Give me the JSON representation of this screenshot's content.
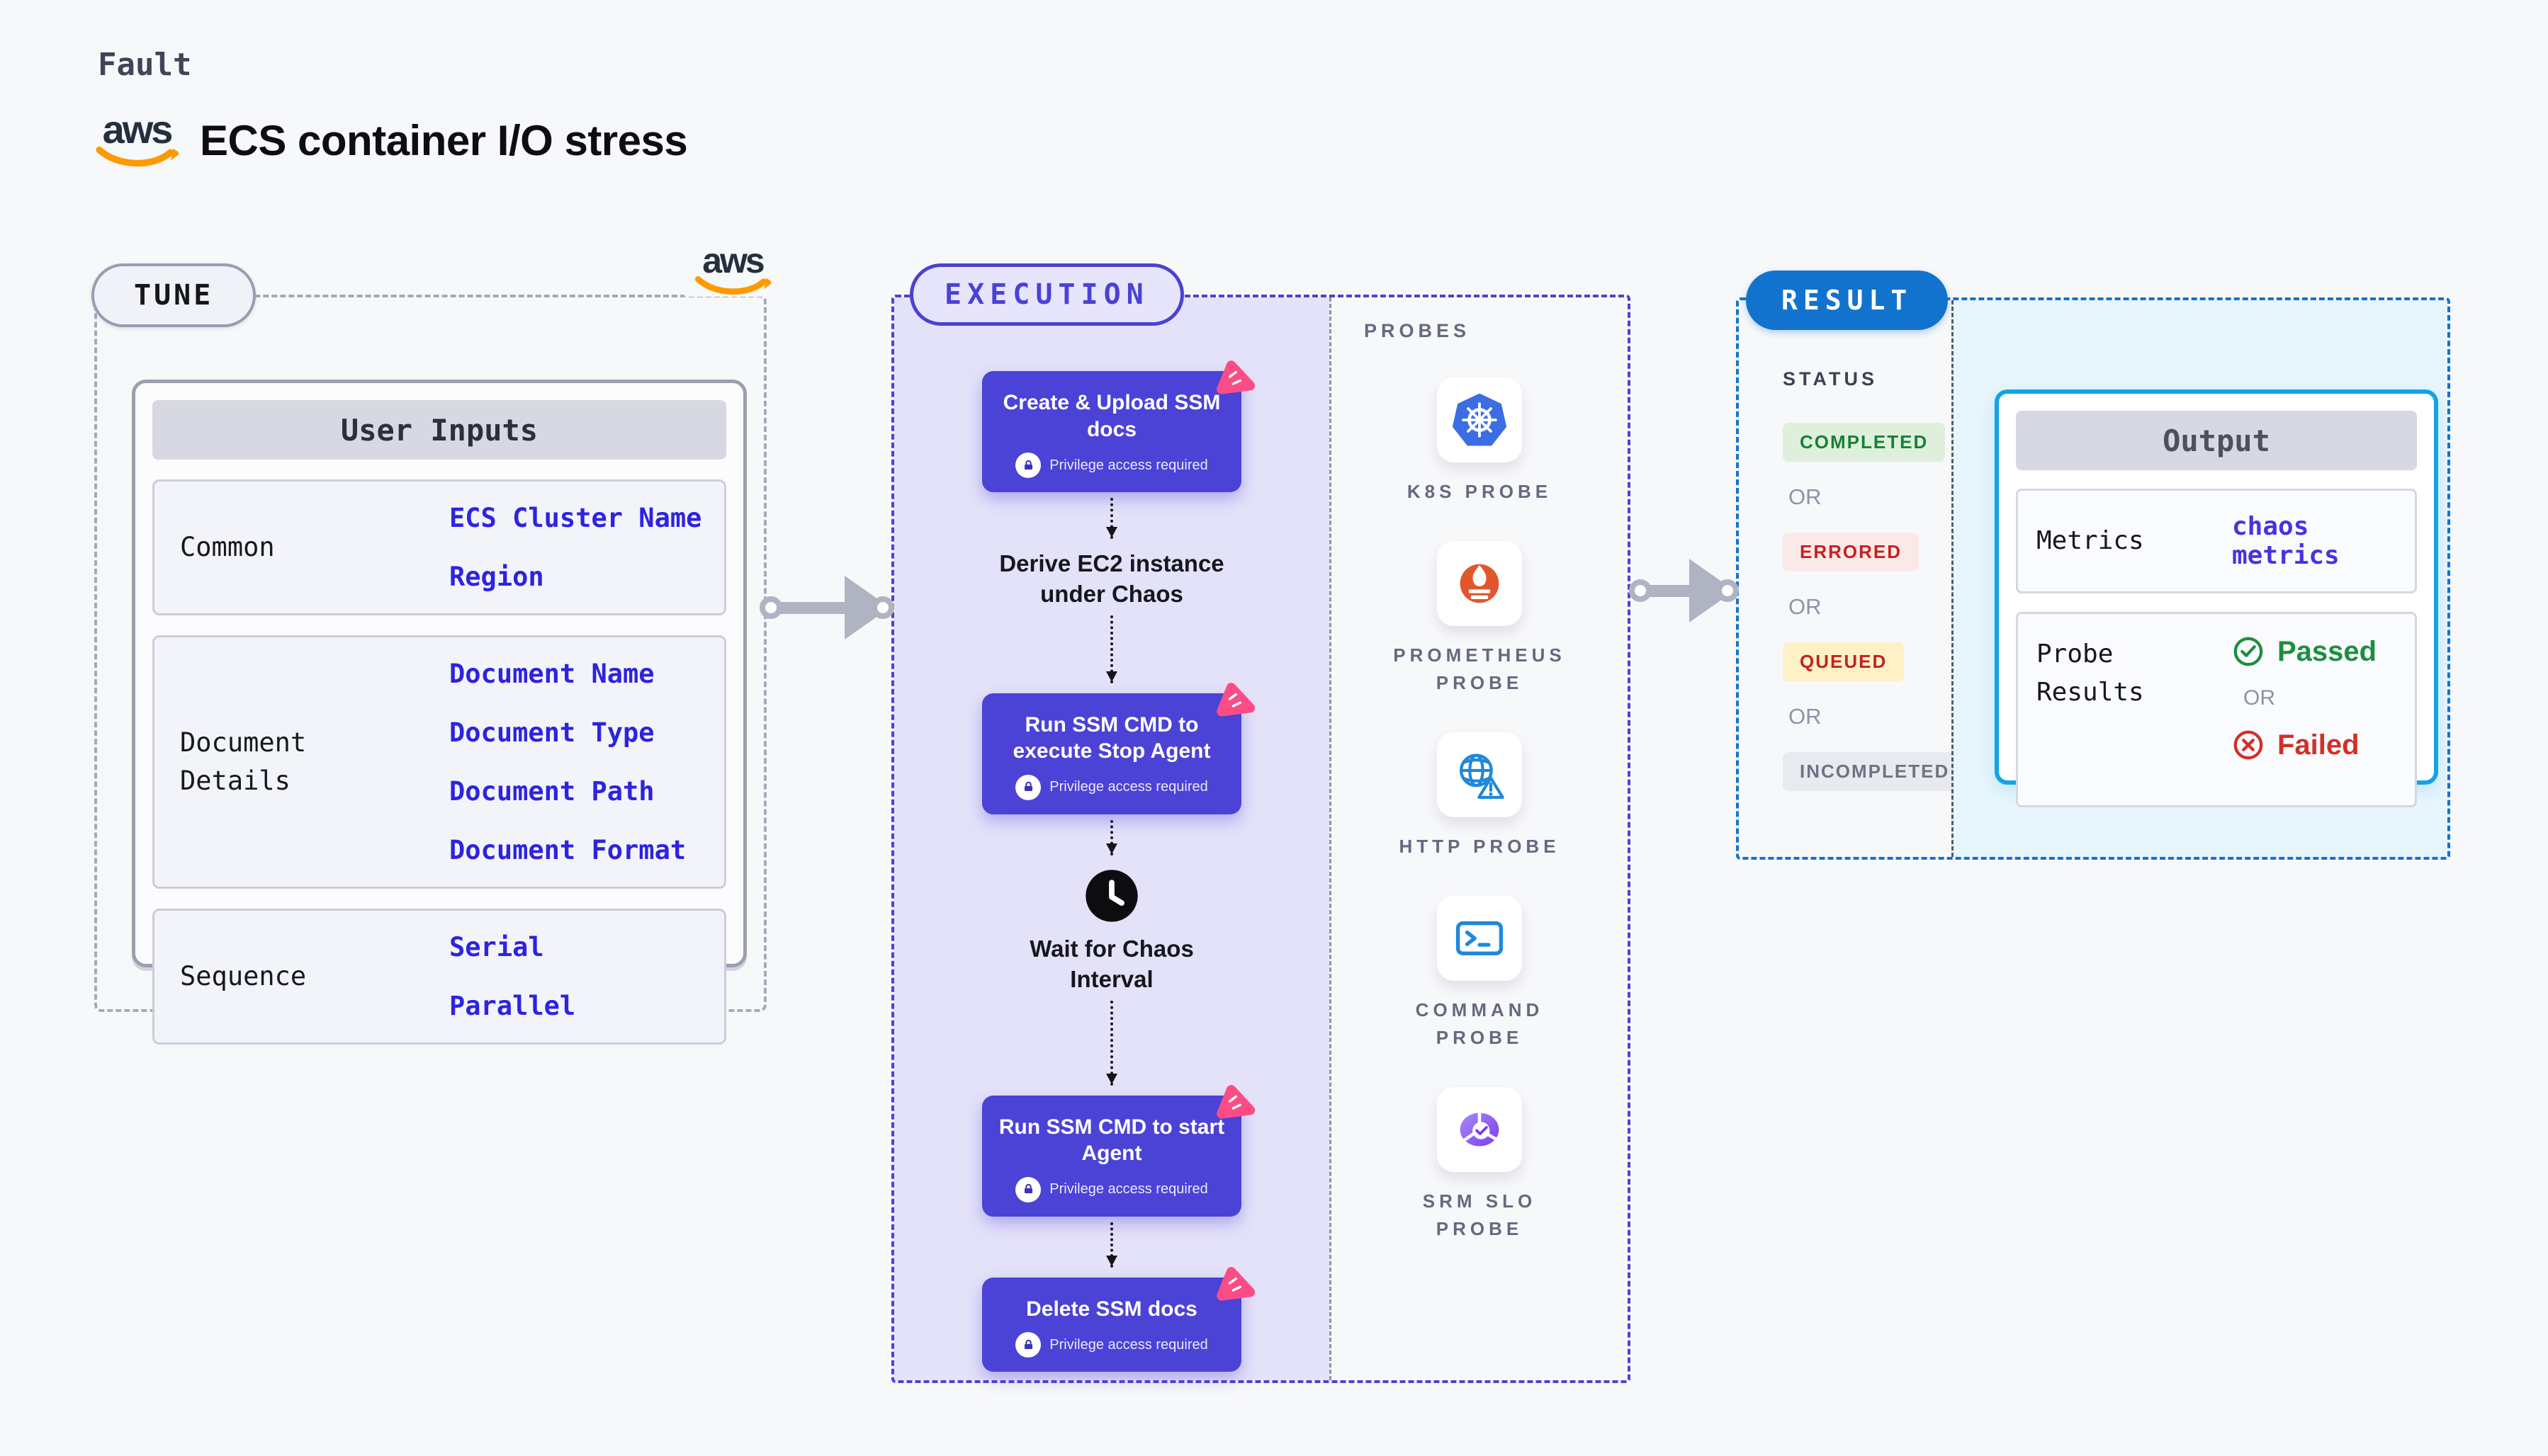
{
  "header": {
    "kicker": "Fault",
    "aws_text": "aws",
    "title": "ECS container I/O stress"
  },
  "tune": {
    "label": "TUNE",
    "table": {
      "title": "User Inputs",
      "rows": [
        {
          "label": "Common",
          "values": [
            "ECS Cluster Name",
            "Region"
          ]
        },
        {
          "label": "Document Details",
          "values": [
            "Document Name",
            "Document Type",
            "Document Path",
            "Document Format"
          ]
        },
        {
          "label": "Sequence",
          "values": [
            "Serial",
            "Parallel"
          ]
        }
      ]
    }
  },
  "execution": {
    "label": "EXECUTION",
    "privilege_note": "Privilege access required",
    "blocks": [
      {
        "title": "Create & Upload SSM docs"
      },
      {
        "title": "Run SSM CMD to execute Stop Agent"
      },
      {
        "title": "Run SSM CMD to start Agent"
      },
      {
        "title": "Delete SSM docs"
      }
    ],
    "derive_text": "Derive EC2 instance under Chaos",
    "wait_text": "Wait for Chaos Interval"
  },
  "probes": {
    "label": "PROBES",
    "items": [
      {
        "name": "K8S PROBE",
        "icon": "kubernetes-icon"
      },
      {
        "name": "PROMETHEUS PROBE",
        "icon": "prometheus-icon"
      },
      {
        "name": "HTTP PROBE",
        "icon": "globe-warning-icon"
      },
      {
        "name": "COMMAND PROBE",
        "icon": "terminal-icon"
      },
      {
        "name": "SRM SLO PROBE",
        "icon": "slo-check-icon"
      }
    ]
  },
  "result": {
    "label": "RESULT",
    "status_label": "STATUS",
    "or": "OR",
    "statuses": [
      {
        "text": "COMPLETED",
        "fg": "#188038",
        "bg": "#def0dc"
      },
      {
        "text": "ERRORED",
        "fg": "#c5221f",
        "bg": "#fbe9e8"
      },
      {
        "text": "QUEUED",
        "fg": "#c5221f",
        "bg": "#fcf1c7"
      },
      {
        "text": "INCOMPLETED",
        "fg": "#6e7384",
        "bg": "#e9eaf0"
      }
    ],
    "output": {
      "title": "Output",
      "metrics_label": "Metrics",
      "metrics_value": "chaos metrics",
      "probe_results_label": "Probe Results",
      "passed": "Passed",
      "or": "OR",
      "failed": "Failed"
    }
  },
  "colors": {
    "accent_indigo": "#4b42d6",
    "execution_panel": "#e4e2f9",
    "litmus_pink": "#fb4d85",
    "result_blue": "#1273cf",
    "output_border": "#12a3e6",
    "cyan_panel": "#e7f5fc",
    "value_blue": "#2d23e0",
    "passed_green": "#1e8e3e",
    "failed_red": "#d33025",
    "kubernetes_blue": "#3d6de4",
    "prometheus_orange": "#e0572e",
    "probe_icon_blue": "#1e88dd",
    "srm_purple": "#7c3aed",
    "aws_orange": "#ff9900"
  }
}
